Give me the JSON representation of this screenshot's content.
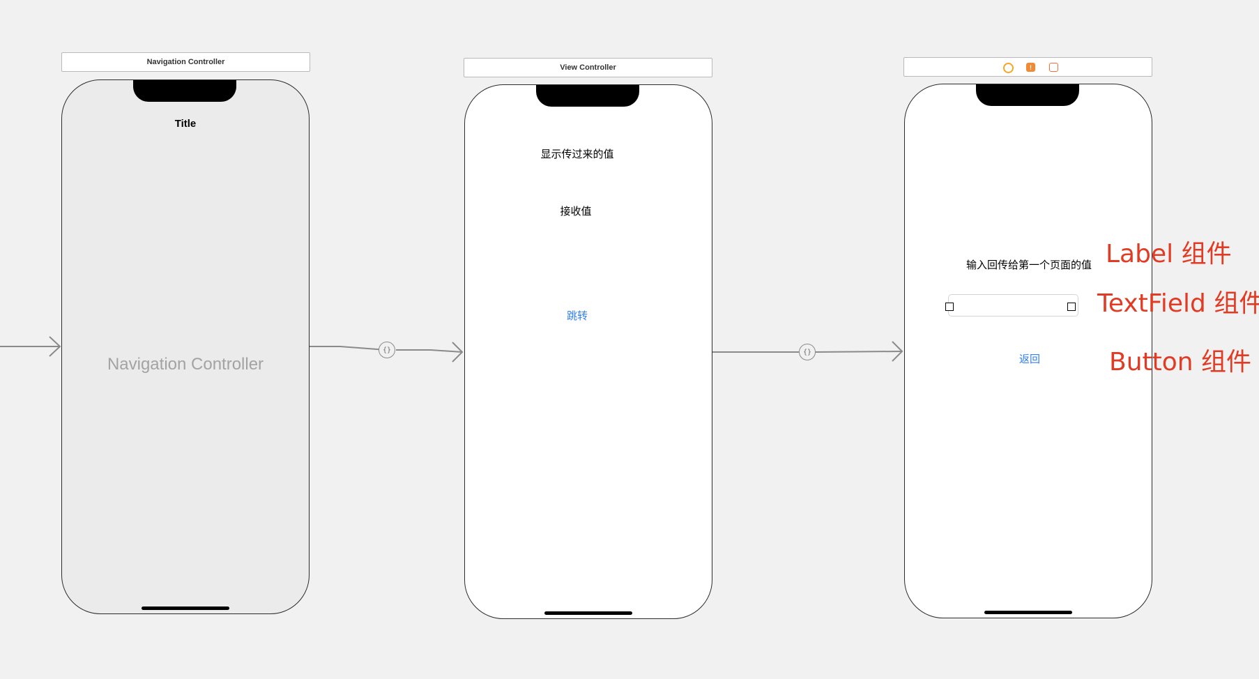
{
  "scenes": {
    "navigation_controller": {
      "bar_title": "Navigation Controller",
      "nav_bar_title": "Title",
      "placeholder": "Navigation Controller"
    },
    "view_controller": {
      "bar_title": "View Controller",
      "display_label": "显示传过来的值",
      "receive_label": "接收值",
      "jump_button": "跳转"
    },
    "second_controller": {
      "dock_icons": [
        {
          "name": "view-controller-icon",
          "color": "#f5a623"
        },
        {
          "name": "first-responder-icon",
          "color": "#f08a35",
          "glyph": "!"
        },
        {
          "name": "exit-icon",
          "color": "#f26f3c"
        }
      ],
      "input_label": "输入回传给第一个页面的值",
      "back_button": "返回"
    }
  },
  "segues": {
    "segue_1_glyph": "{}",
    "segue_2_glyph": "{}"
  },
  "annotations": {
    "label_component": "Label 组件",
    "textfield_component": "TextField 组件",
    "button_component": "Button 组件"
  }
}
